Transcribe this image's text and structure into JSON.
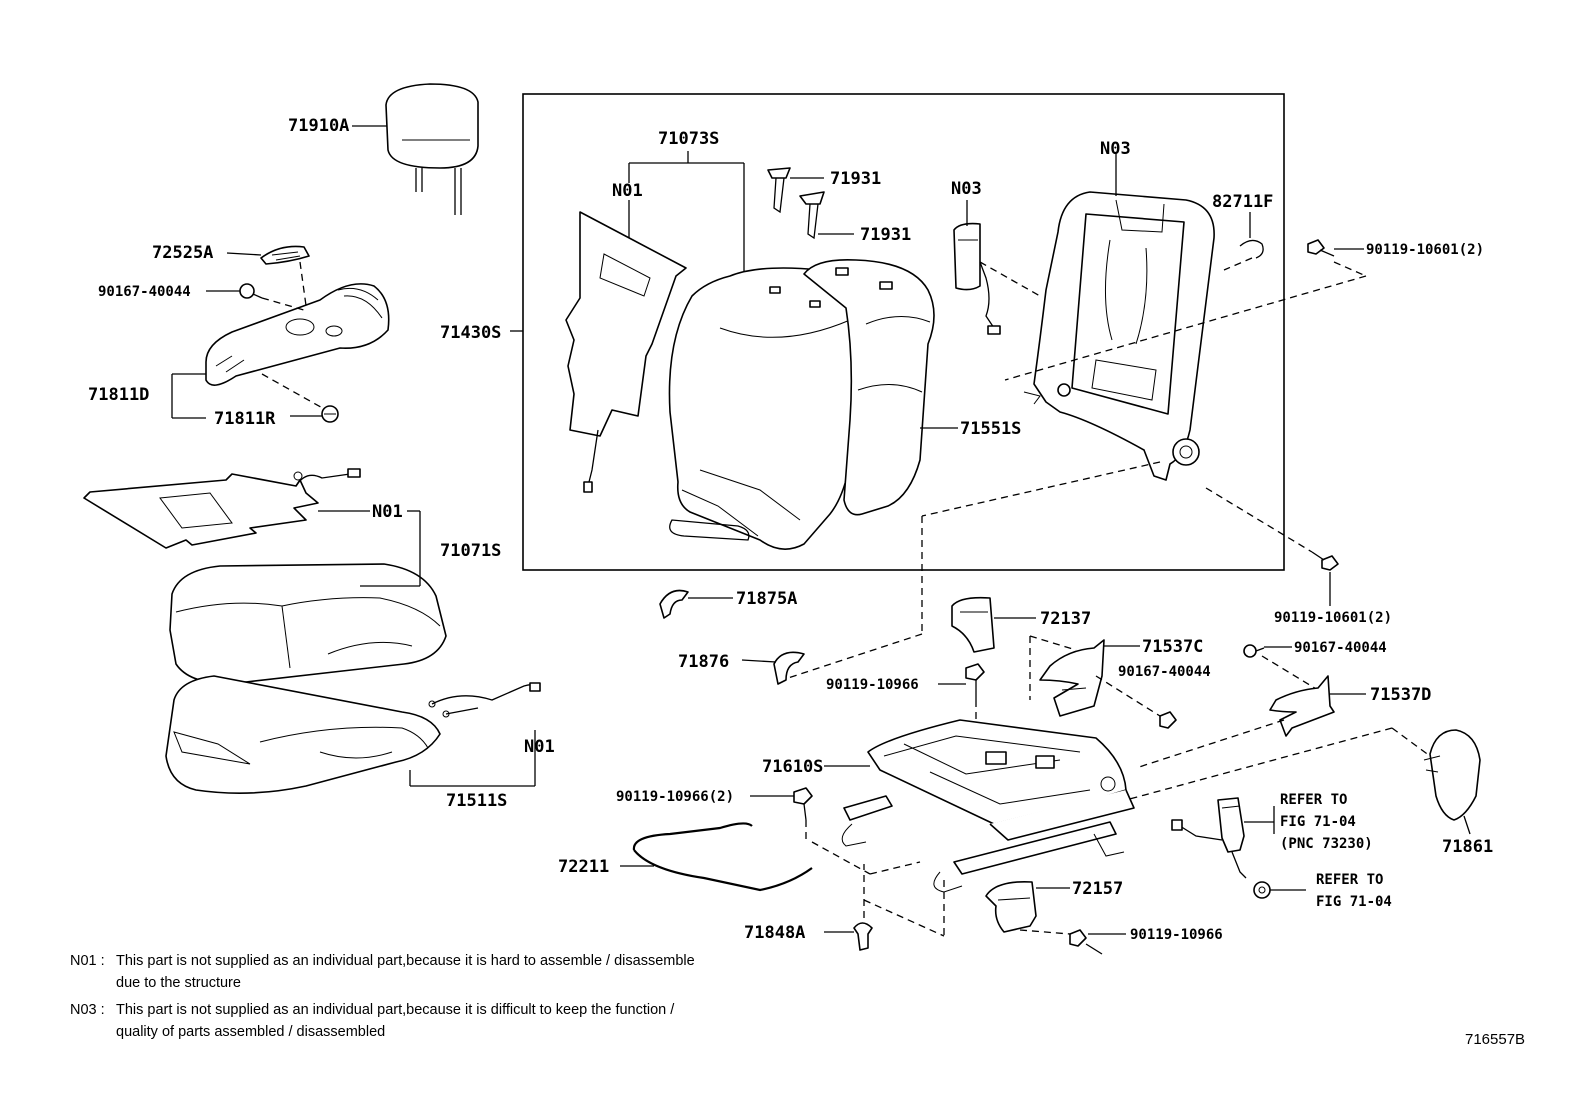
{
  "diagram": {
    "callouts": {
      "headrest": "71910A",
      "back_cover_assy": "71073S",
      "back_pad_n01": "N01",
      "clip_upper": "71931",
      "clip_lower": "71931",
      "airbag_n03": "N03",
      "back_frame_n03": "N03",
      "hook": "82711F",
      "bolt_upper_right": "90119-10601(2)",
      "shield_cover": "72525A",
      "screw_left": "90167-40044",
      "seat_back_assy": "71430S",
      "shield_inner": "71811D",
      "shield_clip": "71811R",
      "back_pad": "71551S",
      "cushion_sensor_n01": "N01",
      "cushion_cover_assy": "71071S",
      "bolt_lower_right": "90119-10601(2)",
      "cover_clip_a": "71875A",
      "recliner_cover": "72137",
      "hinge_cover_c": "71537C",
      "screw_right_a": "90167-40044",
      "screw_right_b": "90167-40044",
      "cover_clip": "71876",
      "bolt_center": "90119-10966",
      "hinge_cover_d": "71537D",
      "wire_n01": "N01",
      "cushion_pad": "71511S",
      "adjuster": "71610S",
      "bolt_left_2": "90119-10966(2)",
      "refer_belt": [
        "REFER TO",
        "FIG 71-04",
        "(PNC 73230)"
      ],
      "side_cover": "71861",
      "wire_harness": "72211",
      "refer_nut": [
        "REFER TO",
        "FIG 71-04"
      ],
      "lever_cover": "72157",
      "cap": "71848A",
      "bolt_bottom": "90119-10966"
    }
  },
  "notes": [
    {
      "code": "N01 :",
      "lines": [
        "This part is not supplied as an individual part,because it is hard to assemble / disassemble",
        "due to the structure"
      ]
    },
    {
      "code": "N03 :",
      "lines": [
        "This part is not supplied as an individual part,because it is difficult to keep the function /",
        "quality of parts assembled / disassembled"
      ]
    }
  ],
  "figure_id": "716557B"
}
